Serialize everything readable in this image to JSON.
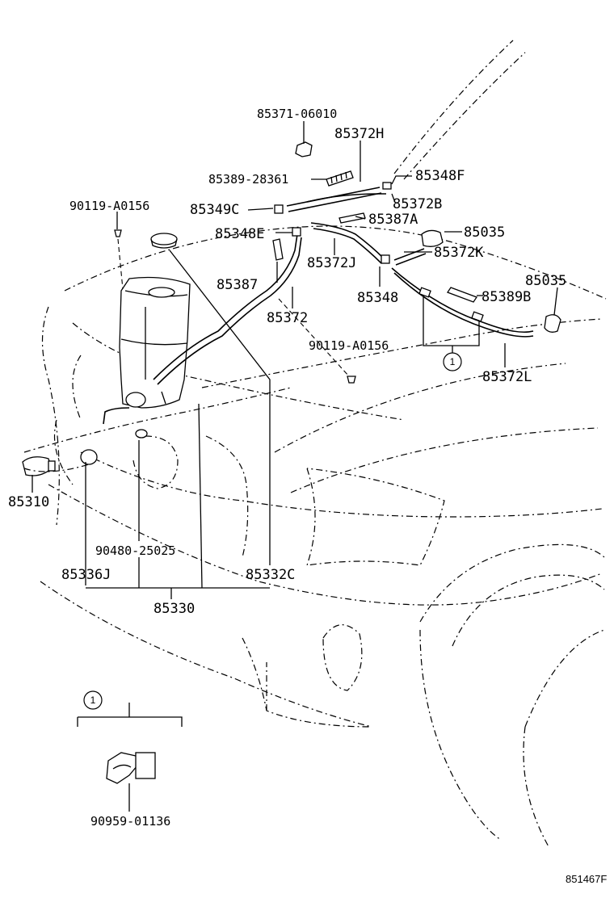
{
  "diagram_id": "851467F",
  "callout_symbol": "1",
  "labels": {
    "p85371": "85371-06010",
    "p85372H": "85372H",
    "p85348F": "85348F",
    "p85389_28361": "85389-28361",
    "p85372B": "85372B",
    "p90119_top": "90119-A0156",
    "p85349C": "85349C",
    "p85387A": "85387A",
    "p85035_a": "85035",
    "p85348E": "85348E",
    "p85372J": "85372J",
    "p85372K": "85372K",
    "p85387": "85387",
    "p85372": "85372",
    "p85348": "85348",
    "p85035_b": "85035",
    "p85389B": "85389B",
    "p90119_mid": "90119-A0156",
    "p85372L": "85372L",
    "p85310": "85310",
    "p90480": "90480-25025",
    "p85336J": "85336J",
    "p85332C": "85332C",
    "p85330": "85330",
    "p90959": "90959-01136"
  }
}
